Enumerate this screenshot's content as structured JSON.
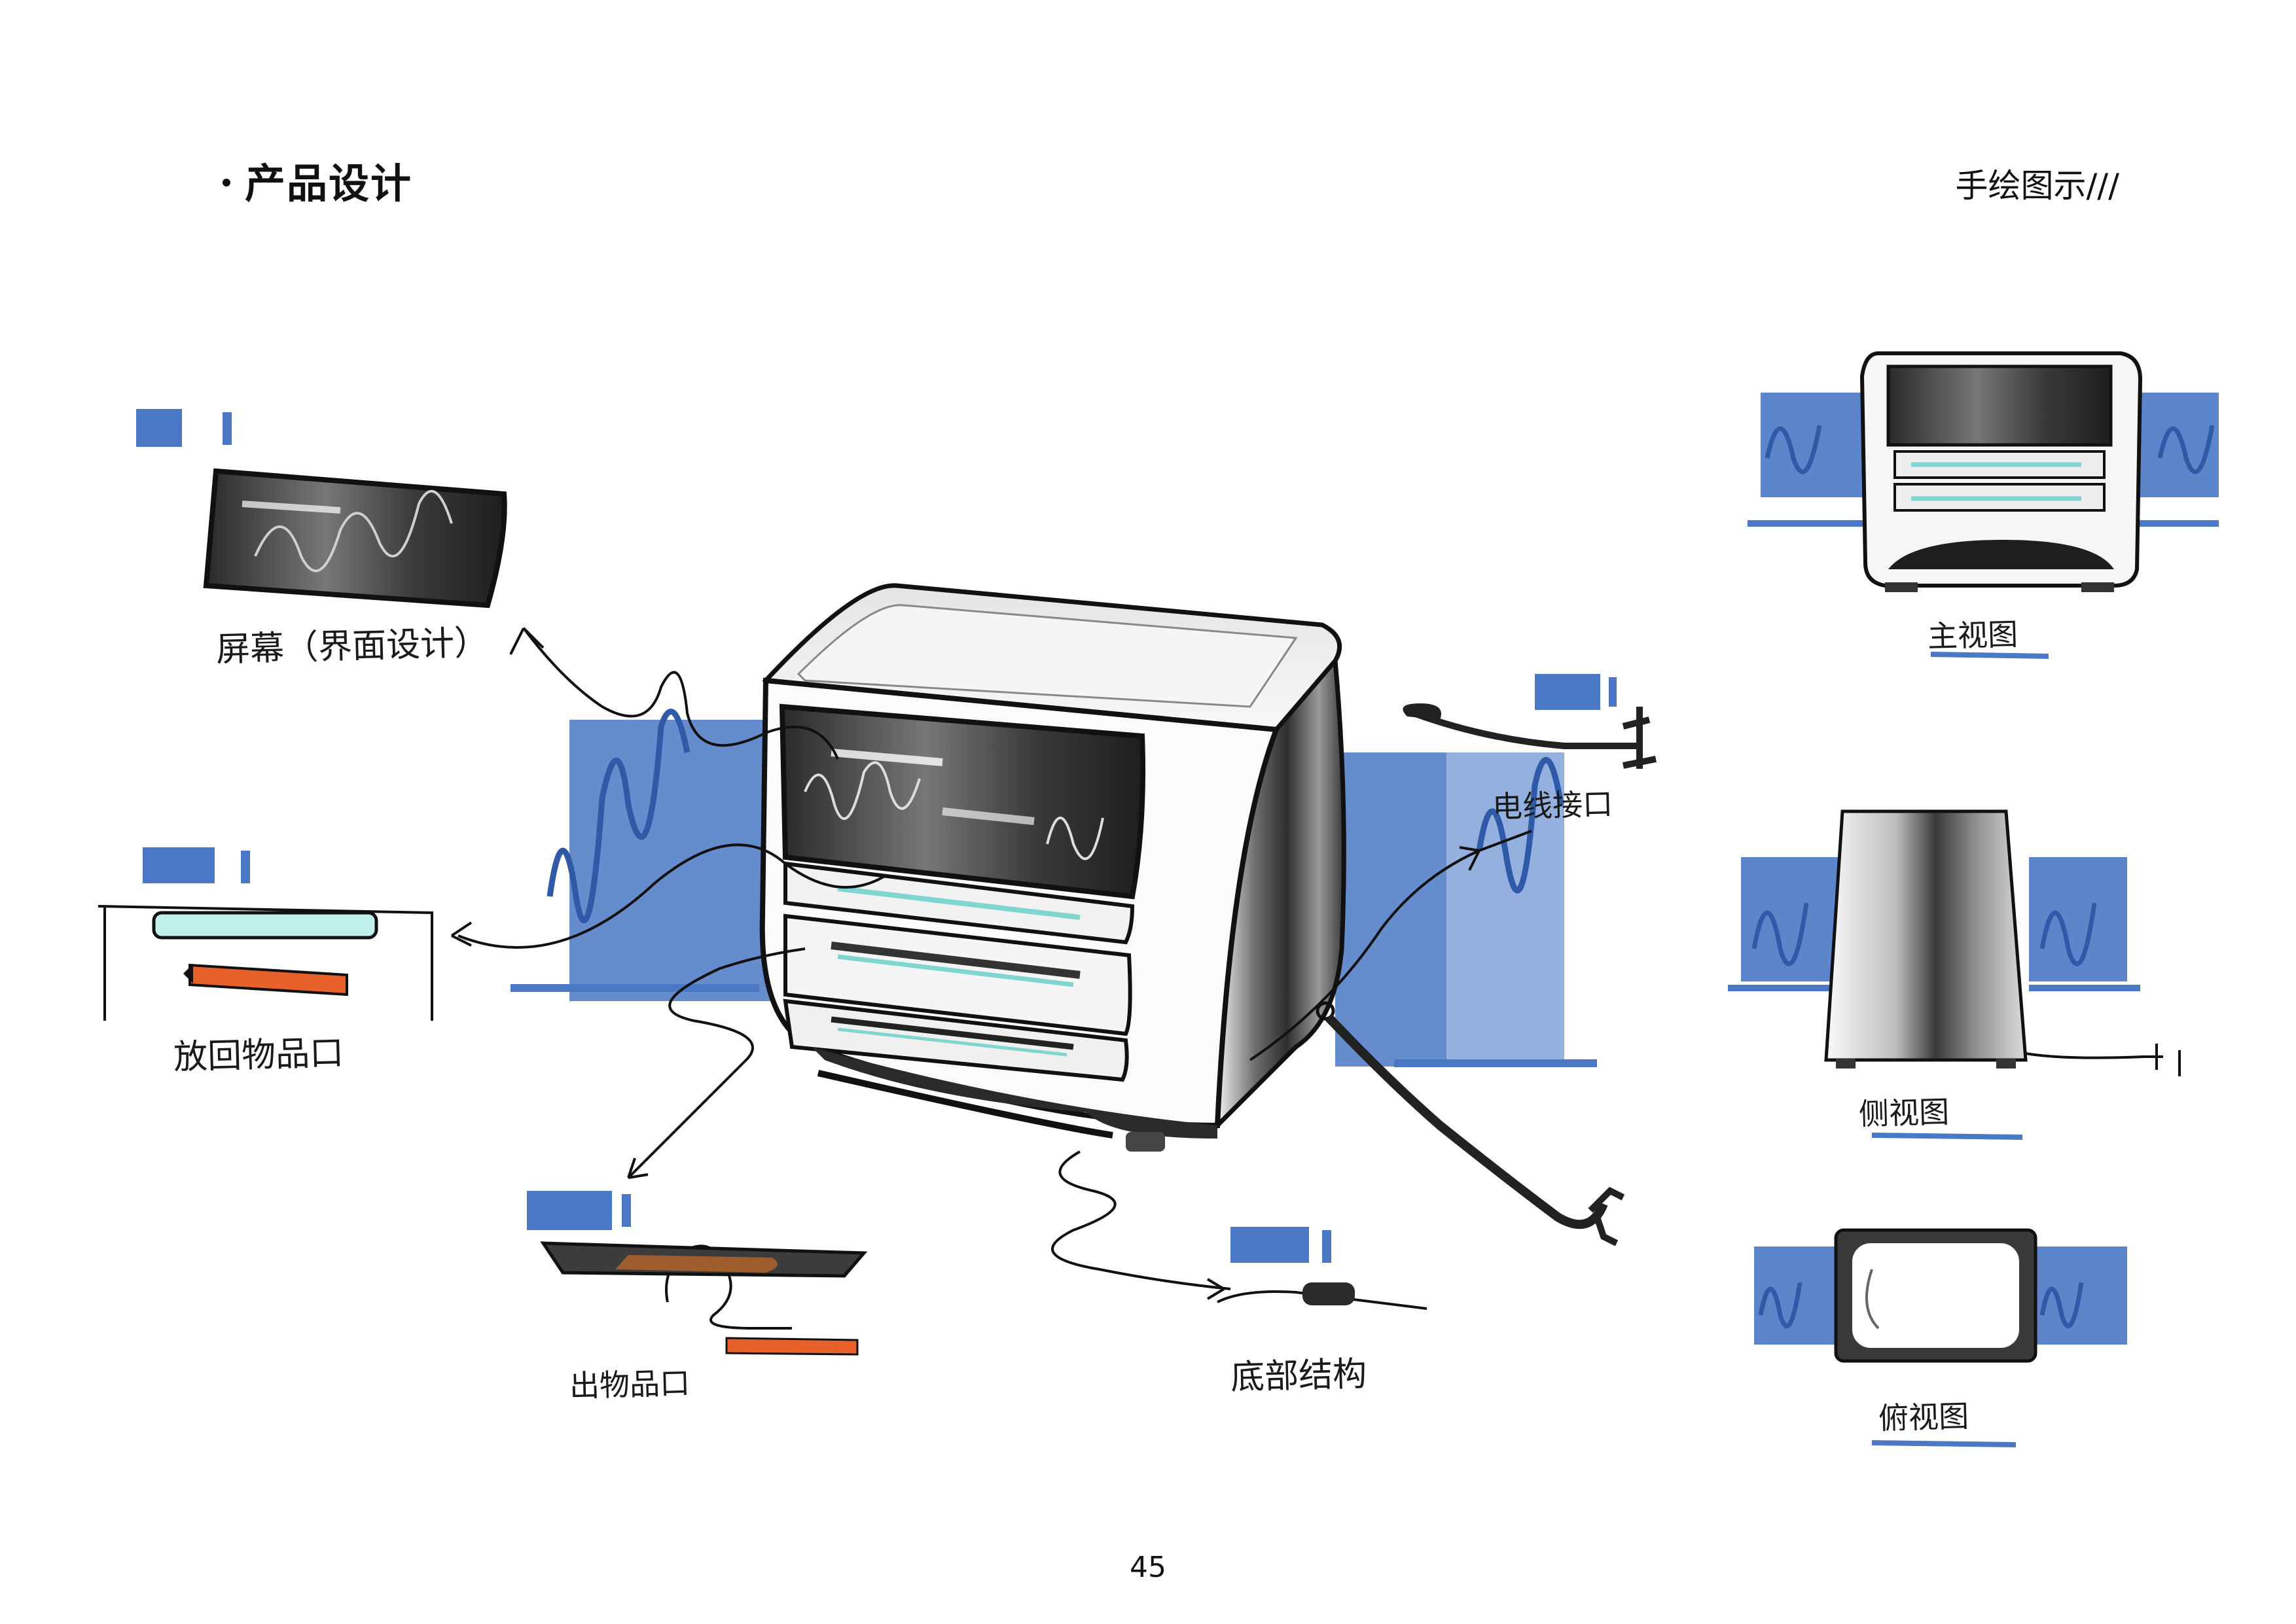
{
  "header": {
    "section_title": "产品设计",
    "right_label": "手绘图示///"
  },
  "sketch": {
    "callouts": {
      "screen": "屏幕（界面设计）",
      "return_slot": "放回物品口",
      "output_slot": "出物品口",
      "base_structure": "底部结构",
      "power_port": "电线接口"
    },
    "views": {
      "front": "主视图",
      "side": "侧视图",
      "top": "俯视图"
    }
  },
  "footer": {
    "page_number": "45"
  },
  "colors": {
    "marker_blue": "#4a78c4",
    "marker_light_blue": "#8fb0e0",
    "accent_cyan": "#7fd6d0",
    "accent_orange": "#e8602a",
    "ink": "#111111",
    "grey_dark": "#3c3c3c",
    "grey_mid": "#8a8a8a"
  }
}
